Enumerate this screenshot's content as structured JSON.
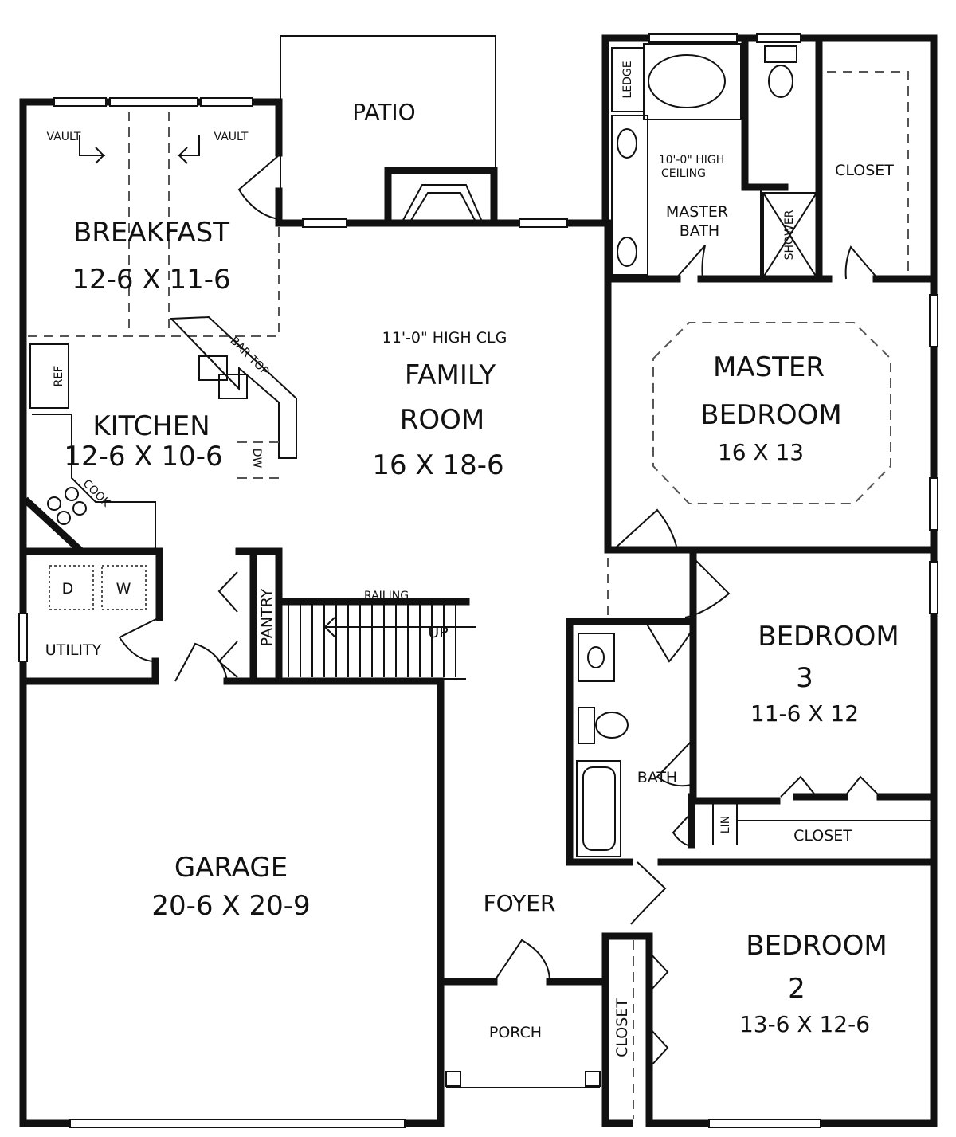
{
  "rooms": {
    "patio": "PATIO",
    "breakfast": {
      "name": "BREAKFAST",
      "size": "12-6 X 11-6"
    },
    "vault_left": "VAULT",
    "vault_right": "VAULT",
    "kitchen": {
      "name": "KITCHEN",
      "size": "12-6 X 10-6"
    },
    "bar_top": "BAR TOP",
    "ref": "REF",
    "dw": "DW",
    "cook": "COOK",
    "family": {
      "note": "11'-0\" HIGH CLG",
      "name1": "FAMILY",
      "name2": "ROOM",
      "size": "16 X 18-6"
    },
    "master_bath": {
      "note1": "10'-0\" HIGH",
      "note2": "CEILING",
      "name1": "MASTER",
      "name2": "BATH"
    },
    "ledge": "LEDGE",
    "shower": "SHOWER",
    "master_closet": "CLOSET",
    "master_bedroom": {
      "name1": "MASTER",
      "name2": "BEDROOM",
      "size": "16 X 13"
    },
    "utility": "UTILITY",
    "dryer": "D",
    "washer": "W",
    "pantry": "PANTRY",
    "railing": "RAILING",
    "up": "UP",
    "bedroom3": {
      "name1": "BEDROOM",
      "name2": "3",
      "size": "11-6 X 12"
    },
    "bath": "BATH",
    "lin": "LIN",
    "closet3": "CLOSET",
    "garage": {
      "name": "GARAGE",
      "size": "20-6 X 20-9"
    },
    "foyer": "FOYER",
    "porch": "PORCH",
    "closet2": "CLOSET",
    "bedroom2": {
      "name1": "BEDROOM",
      "name2": "2",
      "size": "13-6 X 12-6"
    }
  }
}
